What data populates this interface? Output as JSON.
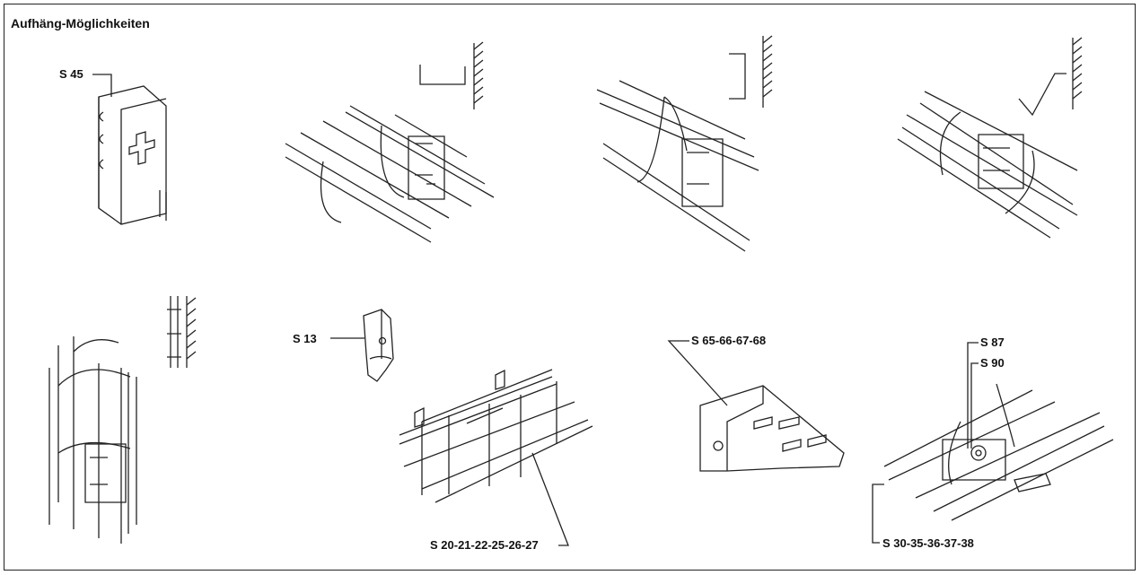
{
  "title": "Aufhäng-Möglichkeiten",
  "labels": {
    "s45": "S 45",
    "s13": "S 13",
    "s65": "S 65-66-67-68",
    "s87": "S 87",
    "s90": "S 90",
    "s20": "S 20-21-22-25-26-27",
    "s30": "S 30-35-36-37-38"
  }
}
